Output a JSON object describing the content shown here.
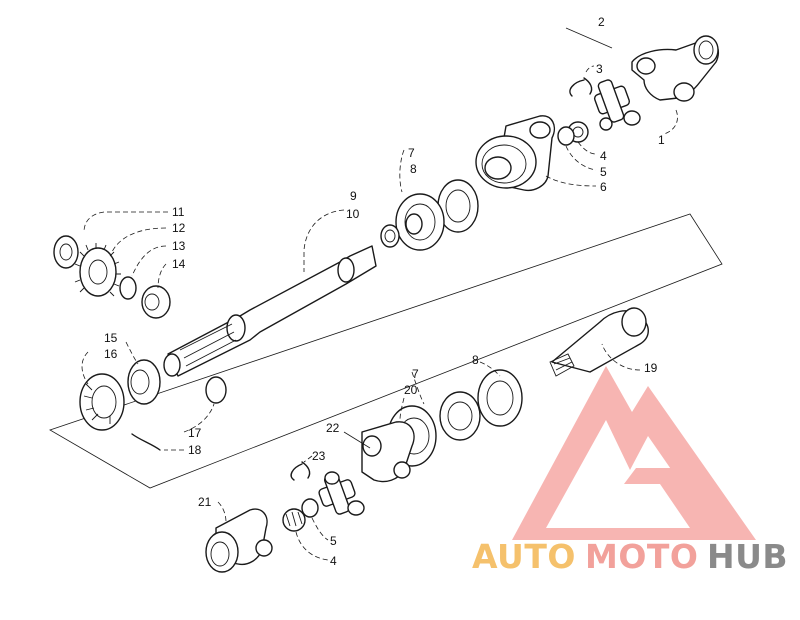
{
  "callouts": [
    {
      "id": "c-1",
      "text": "1"
    },
    {
      "id": "c-2",
      "text": "2"
    },
    {
      "id": "c-3",
      "text": "3"
    },
    {
      "id": "c-4a",
      "text": "4"
    },
    {
      "id": "c-5a",
      "text": "5"
    },
    {
      "id": "c-6",
      "text": "6"
    },
    {
      "id": "c-7a",
      "text": "7"
    },
    {
      "id": "c-8a",
      "text": "8"
    },
    {
      "id": "c-9",
      "text": "9"
    },
    {
      "id": "c-10",
      "text": "10"
    },
    {
      "id": "c-11",
      "text": "11"
    },
    {
      "id": "c-12",
      "text": "12"
    },
    {
      "id": "c-13",
      "text": "13"
    },
    {
      "id": "c-14",
      "text": "14"
    },
    {
      "id": "c-15",
      "text": "15"
    },
    {
      "id": "c-16",
      "text": "16"
    },
    {
      "id": "c-17",
      "text": "17"
    },
    {
      "id": "c-18",
      "text": "18"
    },
    {
      "id": "c-19",
      "text": "19"
    },
    {
      "id": "c-7b",
      "text": "7"
    },
    {
      "id": "c-8b",
      "text": "8"
    },
    {
      "id": "c-20",
      "text": "20"
    },
    {
      "id": "c-21",
      "text": "21"
    },
    {
      "id": "c-22",
      "text": "22"
    },
    {
      "id": "c-23",
      "text": "23"
    },
    {
      "id": "c-5b",
      "text": "5"
    },
    {
      "id": "c-4b",
      "text": "4"
    }
  ],
  "watermark": {
    "word_1": "AUTO",
    "word_2": "MOTO",
    "word_3": "HUB",
    "color_1": "#f5c16c",
    "color_2": "#f2a19b",
    "color_3": "#8a8a8a",
    "logo_color": "#f28b86"
  }
}
